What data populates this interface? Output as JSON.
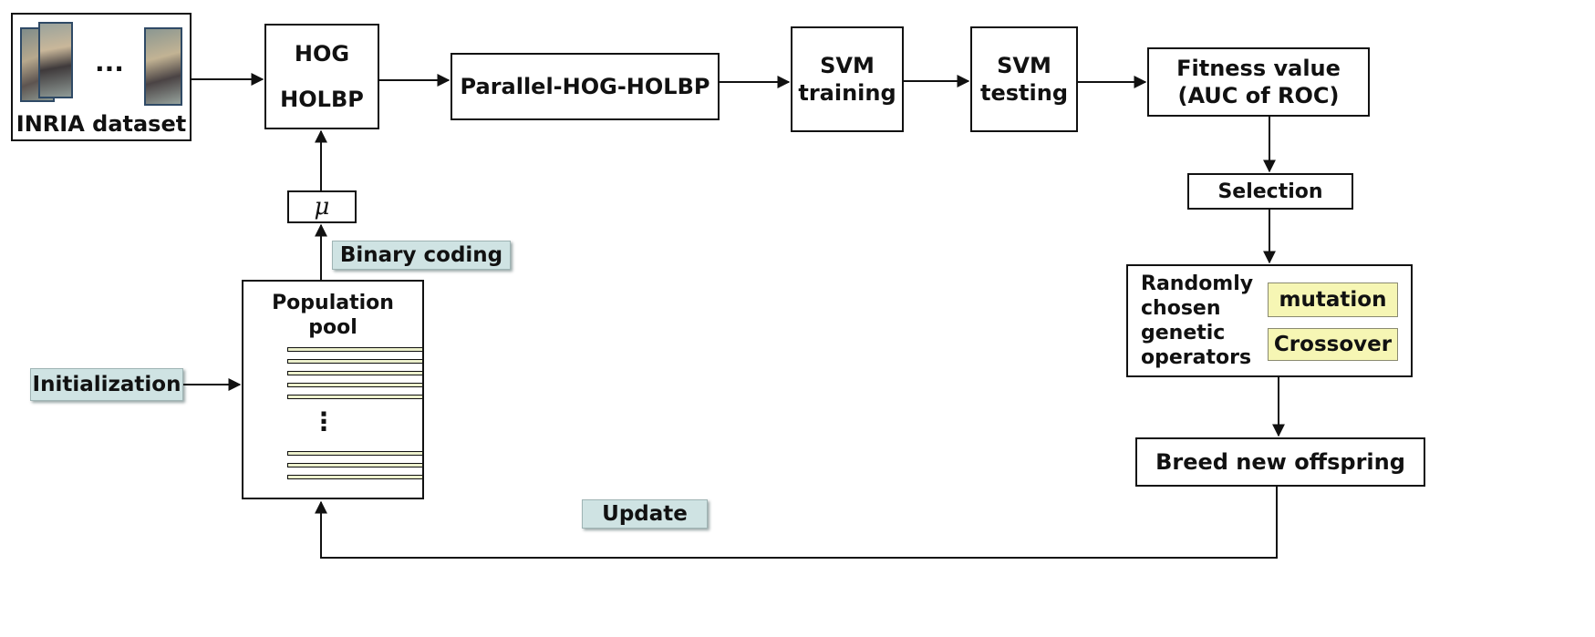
{
  "dataset": {
    "label": "INRIA dataset",
    "ellipsis": "...",
    "images": [
      "pedestrian-image",
      "pedestrian-image",
      "pedestrian-image"
    ]
  },
  "features": {
    "line1": "HOG",
    "line2": "HOLBP"
  },
  "parallel": {
    "label": "Parallel-HOG-HOLBP"
  },
  "svm_training": {
    "line1": "SVM",
    "line2": "training"
  },
  "svm_testing": {
    "line1": "SVM",
    "line2": "testing"
  },
  "fitness": {
    "line1": "Fitness value",
    "line2": "(AUC of ROC)"
  },
  "selection": {
    "label": "Selection"
  },
  "operators": {
    "line1": "Randomly",
    "line2": "chosen",
    "line3": "genetic",
    "line4": "operators",
    "mutation": "mutation",
    "crossover": "Crossover"
  },
  "breed": {
    "label": "Breed new offspring"
  },
  "mu": {
    "symbol": "μ"
  },
  "binary_coding": {
    "label": "Binary coding"
  },
  "population": {
    "line1": "Population",
    "line2": "pool",
    "dots": "⋮"
  },
  "initialization": {
    "label": "Initialization"
  },
  "update": {
    "label": "Update"
  },
  "colors": {
    "tag_fill": "#cfe3e3",
    "operator_fill": "#f6f6b4",
    "chromosome_fill": "#ecf0cc",
    "outline": "#111111"
  }
}
